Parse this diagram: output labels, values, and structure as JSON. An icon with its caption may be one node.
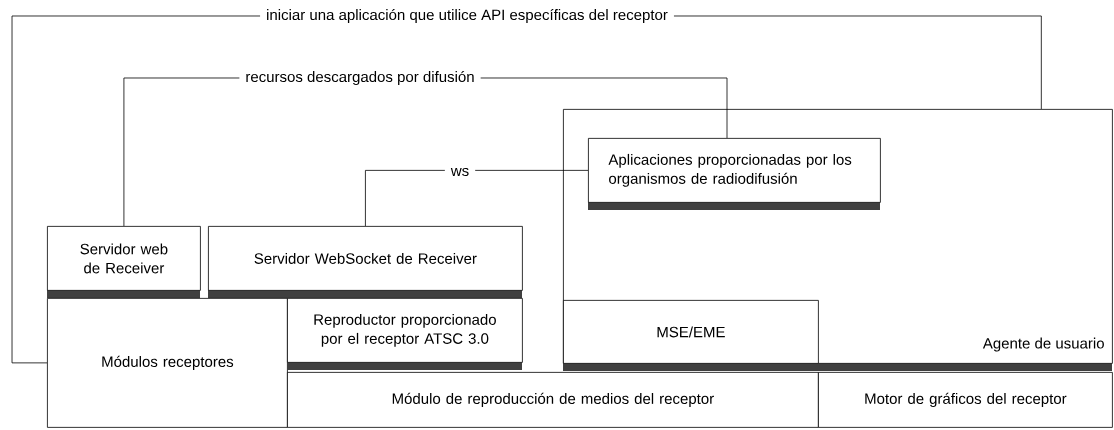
{
  "diagram": {
    "nodes": [
      {
        "text": [
          "Agente de usuario"
        ]
      },
      {
        "text": [
          "Aplicaciones proporcionadas por los organismos de radiodifusión"
        ],
        "in": 0
      },
      {
        "text": [
          "MSE/EME"
        ],
        "in": 0
      },
      {
        "text": [
          "Servidor web de Receiver"
        ]
      },
      {
        "text": [
          "Servidor WebSocket de Receiver"
        ]
      },
      {
        "text": [
          "Módulos receptores"
        ]
      },
      {
        "text": [
          "Reproductor proporcionado por el receptor ATSC 3.0"
        ]
      },
      {
        "text": [
          "Módulo de reproducción de medios del receptor"
        ]
      },
      {
        "text": [
          "Motor de gráficos del receptor"
        ]
      }
    ],
    "edges": [
      {
        "from": 5,
        "to": 0,
        "arrow": "none",
        "label": "iniciar una aplicación que utilice API específicas del receptor"
      },
      {
        "from": 3,
        "to": 1,
        "arrow": "none",
        "label": "recursos descargados por difusión"
      },
      {
        "from": 4,
        "to": 1,
        "arrow": "none",
        "label": "ws"
      }
    ]
  }
}
